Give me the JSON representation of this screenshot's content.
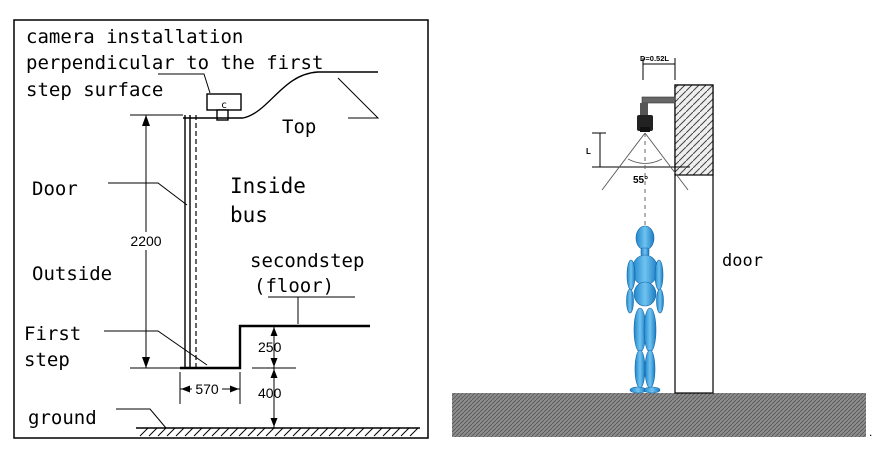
{
  "left_diagram": {
    "caption_line1": "camera installation",
    "caption_line2": "perpendicular to the first",
    "caption_line3": "step surface",
    "camera_mark": "c",
    "top_label": "Top",
    "door_label": "Door",
    "inside_line1": "Inside",
    "inside_line2": "bus",
    "height_label": "2200",
    "outside_label": "Outside",
    "secondstep_line1": "secondstep",
    "secondstep_line2": "(floor)",
    "first_step_line1": "First",
    "first_step_line2": "step",
    "step_height_label": "250",
    "width_label": "570",
    "ground_height_label": "400",
    "ground_label": "ground"
  },
  "right_diagram": {
    "distance_label": "D=0.52L",
    "length_label": "L",
    "angle_label": "55°",
    "door_label": "door",
    "trailing_mark": "."
  }
}
